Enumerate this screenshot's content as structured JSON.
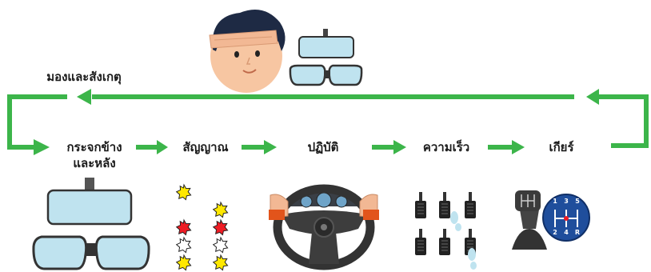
{
  "title": "มองและสังเกตุ",
  "steps": [
    {
      "line1": "กระจกข้าง",
      "line2": "และหลัง"
    },
    {
      "line1": "สัญญาณ"
    },
    {
      "line1": "ปฏิบัติ"
    },
    {
      "line1": "ความเร็ว"
    },
    {
      "line1": "เกียร์"
    }
  ],
  "gear_numbers": [
    "1",
    "3",
    "5",
    "2",
    "4",
    "R"
  ],
  "colors": {
    "arrow_green": "#3cb54a",
    "mirror_fill": "#bfe3ef",
    "star_yellow": "#ffe800",
    "star_red": "#ee1c24",
    "gear_blue": "#1f4e9c",
    "skin": "#f7c6a2",
    "hair": "#1e2a44"
  },
  "icons": [
    "person-looking-icon",
    "mirror-icon",
    "signal-lights-icon",
    "steering-wheel-icon",
    "pedals-icon",
    "gear-shifter-icon"
  ]
}
